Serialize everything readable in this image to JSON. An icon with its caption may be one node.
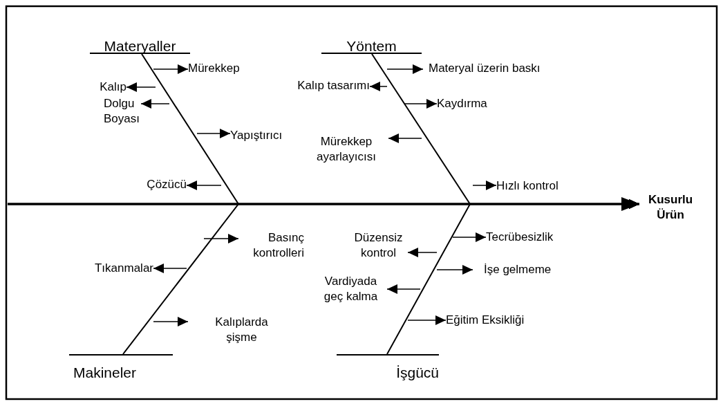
{
  "diagram": {
    "nodes": [
      {
        "text": [
          "Materyaller"
        ]
      },
      {
        "text": [
          "Mürekkep"
        ]
      },
      {
        "text": [
          "Kalıp"
        ]
      },
      {
        "text": [
          "Dolgu Boyası"
        ]
      },
      {
        "text": [
          "Yapıştırıcı"
        ]
      },
      {
        "text": [
          "Çözücü"
        ]
      },
      {
        "text": [
          "Yöntem"
        ]
      },
      {
        "text": [
          "Materyal üzerin baskı"
        ]
      },
      {
        "text": [
          "Kalıp tasarımı"
        ]
      },
      {
        "text": [
          "Kaydırma"
        ]
      },
      {
        "text": [
          "Mürekkep ayarlayıcısı"
        ]
      },
      {
        "text": [
          "Hızlı kontrol"
        ]
      },
      {
        "text": [
          "Kusurlu Ürün"
        ]
      },
      {
        "text": [
          "Basınç kontrolleri"
        ]
      },
      {
        "text": [
          "Tıkanmalar"
        ]
      },
      {
        "text": [
          "Kalıplarda şişme"
        ]
      },
      {
        "text": [
          "Makineler"
        ]
      },
      {
        "text": [
          "Düzensiz kontrol"
        ]
      },
      {
        "text": [
          "Tecrübesizlik"
        ]
      },
      {
        "text": [
          "İşe gelmeme"
        ]
      },
      {
        "text": [
          "Vardiyada geç kalma"
        ]
      },
      {
        "text": [
          "Eğitim Eksikliği"
        ]
      },
      {
        "text": [
          "İşgücü"
        ]
      }
    ],
    "edges": [
      {
        "from": null,
        "to": 12,
        "arrow": "to",
        "style": "thick"
      },
      {
        "from": 0,
        "to": 12,
        "arrow": "to"
      },
      {
        "from": 6,
        "to": 12,
        "arrow": "to"
      },
      {
        "from": 16,
        "to": 12,
        "arrow": "to"
      },
      {
        "from": 22,
        "to": 12,
        "arrow": "to"
      },
      {
        "from": null,
        "to": 1,
        "arrow": "to"
      },
      {
        "from": null,
        "to": 2,
        "arrow": "to"
      },
      {
        "from": null,
        "to": 3,
        "arrow": "to"
      },
      {
        "from": null,
        "to": 4,
        "arrow": "to"
      },
      {
        "from": null,
        "to": 5,
        "arrow": "to"
      },
      {
        "from": null,
        "to": 7,
        "arrow": "to"
      },
      {
        "from": null,
        "to": 8,
        "arrow": "to"
      },
      {
        "from": null,
        "to": 9,
        "arrow": "to"
      },
      {
        "from": null,
        "to": 10,
        "arrow": "to"
      },
      {
        "from": null,
        "to": 11,
        "arrow": "to"
      },
      {
        "from": null,
        "to": 13,
        "arrow": "to"
      },
      {
        "from": null,
        "to": 14,
        "arrow": "to"
      },
      {
        "from": null,
        "to": 15,
        "arrow": "to"
      },
      {
        "from": null,
        "to": 17,
        "arrow": "to"
      },
      {
        "from": null,
        "to": 18,
        "arrow": "to"
      },
      {
        "from": null,
        "to": 19,
        "arrow": "to"
      },
      {
        "from": null,
        "to": 20,
        "arrow": "to"
      },
      {
        "from": null,
        "to": 21,
        "arrow": "to"
      }
    ]
  }
}
